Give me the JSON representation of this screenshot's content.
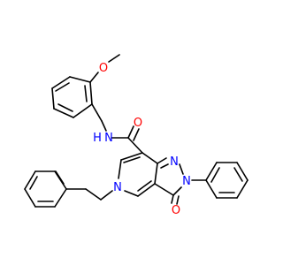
{
  "molecule": {
    "atoms": {
      "methoxy_o": "O",
      "amide_nh": "N",
      "amide_h": "H",
      "amide_o": "O",
      "pyrazole_n1": "N",
      "pyrazole_n2": "N",
      "pyridine_n": "N",
      "keto_o": "O"
    }
  },
  "colors": {
    "oxygen": "#ff0000",
    "nitrogen": "#0000ff",
    "bond": "#000000"
  }
}
